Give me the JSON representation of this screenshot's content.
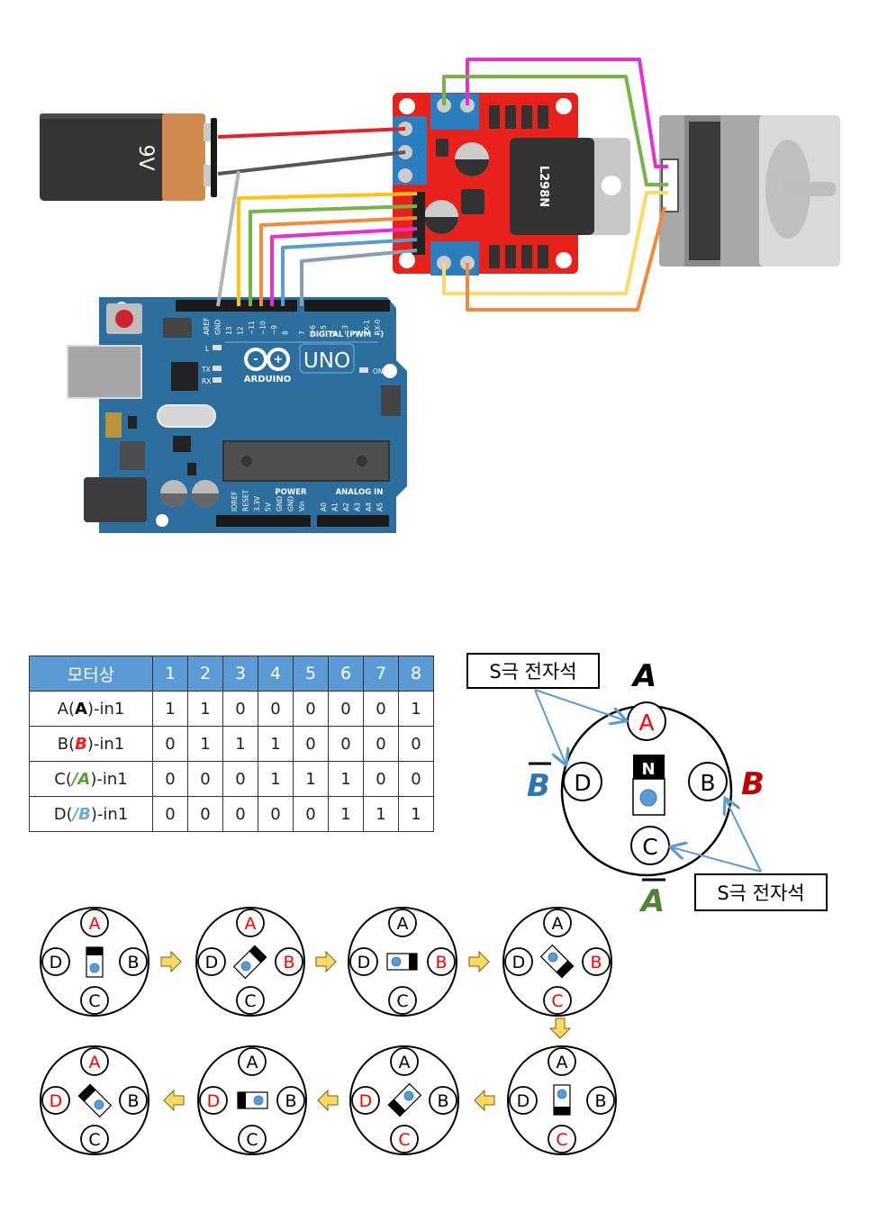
{
  "battery": {
    "label": "9V"
  },
  "driver": {
    "chip_label": "L298N"
  },
  "arduino": {
    "logo_text": "ARDUINO",
    "model": "UNO",
    "digital_header_label": "DIGITAL (PWM ~)",
    "digital_pins": [
      "AREF",
      "GND",
      "13",
      "12",
      "~11",
      "~10",
      "~9",
      "8",
      "7",
      "~6",
      "~5",
      "4",
      "~3",
      "2",
      "TX-1",
      "RX-0"
    ],
    "power_header_label": "POWER",
    "power_pins": [
      "IOREF",
      "RESET",
      "3.3V",
      "5V",
      "GND",
      "GND",
      "Vin"
    ],
    "analog_header_label": "ANALOG IN",
    "analog_pins": [
      "A0",
      "A1",
      "A2",
      "A3",
      "A4",
      "A5"
    ],
    "leds": {
      "l": "L",
      "tx": "TX",
      "rx": "RX",
      "on": "ON"
    }
  },
  "wires": [
    {
      "name": "battery-positive",
      "color": "#ee1c24"
    },
    {
      "name": "battery-negative",
      "color": "#555555"
    },
    {
      "name": "arduino-gnd",
      "color": "#b4b4b4"
    },
    {
      "name": "pin12",
      "color": "#ffc20e"
    },
    {
      "name": "pin11",
      "color": "#74b544"
    },
    {
      "name": "pin10",
      "color": "#f08a3c"
    },
    {
      "name": "pin9",
      "color": "#e52fd0"
    },
    {
      "name": "pin8",
      "color": "#5b9bd5"
    },
    {
      "name": "pin7",
      "color": "#8a9cb4"
    },
    {
      "name": "motor-magenta",
      "color": "#e52fd0"
    },
    {
      "name": "motor-green",
      "color": "#74b544"
    },
    {
      "name": "motor-yellow",
      "color": "#ffd966"
    },
    {
      "name": "motor-orange",
      "color": "#f08a3c"
    }
  ],
  "table": {
    "header": "모터상",
    "steps": [
      "1",
      "2",
      "3",
      "4",
      "5",
      "6",
      "7",
      "8"
    ],
    "rows": [
      {
        "prefix": "A(",
        "symbol": "A",
        "suffix": ")-in1",
        "values": [
          "1",
          "1",
          "0",
          "0",
          "0",
          "0",
          "0",
          "1"
        ]
      },
      {
        "prefix": "B(",
        "symbol": "B",
        "suffix": ")-in1",
        "values": [
          "0",
          "1",
          "1",
          "1",
          "0",
          "0",
          "0",
          "0"
        ]
      },
      {
        "prefix": "C(",
        "symbol": "/A",
        "suffix": ")-in1",
        "values": [
          "0",
          "0",
          "0",
          "1",
          "1",
          "1",
          "0",
          "0"
        ]
      },
      {
        "prefix": "D(",
        "symbol": "/B",
        "suffix": ")-in1",
        "values": [
          "0",
          "0",
          "0",
          "0",
          "0",
          "1",
          "1",
          "1"
        ]
      }
    ]
  },
  "motor_diagram": {
    "callout_top": "S극 전자석",
    "callout_bottom": "S극 전자석",
    "pole_a": "A",
    "pole_b": "B",
    "pole_not_a": "A",
    "pole_not_b": "B",
    "coils": {
      "a": "A",
      "b": "B",
      "c": "C",
      "d": "D"
    },
    "rotor_label": "N",
    "colors": {
      "active": "#ff0000",
      "pole_a": "#000000",
      "pole_b": "#c00000",
      "pole_not_a": "#548235",
      "pole_not_b": "#2e75b6",
      "arrow": "#5b9bd5"
    }
  },
  "step_sequence": [
    {
      "step": 1,
      "active": [
        "A"
      ],
      "n_angle_deg": 0
    },
    {
      "step": 2,
      "active": [
        "A",
        "B"
      ],
      "n_angle_deg": 45
    },
    {
      "step": 3,
      "active": [
        "B"
      ],
      "n_angle_deg": 90
    },
    {
      "step": 4,
      "active": [
        "B",
        "C"
      ],
      "n_angle_deg": 135
    },
    {
      "step": 5,
      "active": [
        "C"
      ],
      "n_angle_deg": 180
    },
    {
      "step": 6,
      "active": [
        "C",
        "D"
      ],
      "n_angle_deg": 225
    },
    {
      "step": 7,
      "active": [
        "D"
      ],
      "n_angle_deg": 270
    },
    {
      "step": 8,
      "active": [
        "D",
        "A"
      ],
      "n_angle_deg": 315
    }
  ]
}
